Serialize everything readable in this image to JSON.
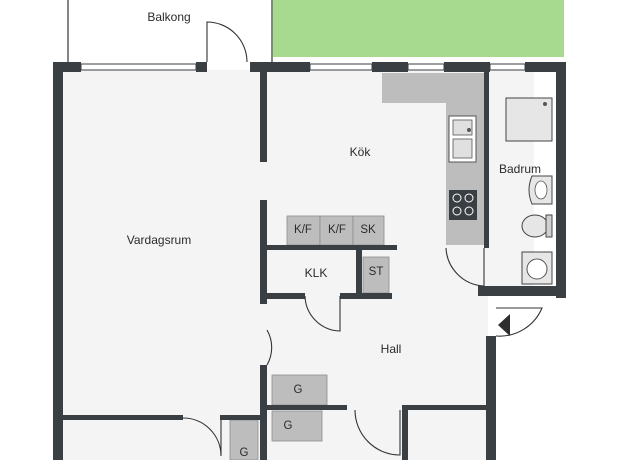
{
  "colors": {
    "wall": "#3a3f44",
    "floor": "#f4f4f4",
    "fixture": "#bdbdbd",
    "garden": "#a7d98f",
    "line": "#333333"
  },
  "rooms": {
    "balkong": "Balkong",
    "kok": "Kök",
    "badrum": "Badrum",
    "vardagsrum": "Vardagsrum",
    "klk": "KLK",
    "hall": "Hall"
  },
  "storage": {
    "kf1": "K/F",
    "kf2": "K/F",
    "sk": "SK",
    "st": "ST",
    "g1": "G",
    "g2": "G",
    "g3": "G"
  }
}
